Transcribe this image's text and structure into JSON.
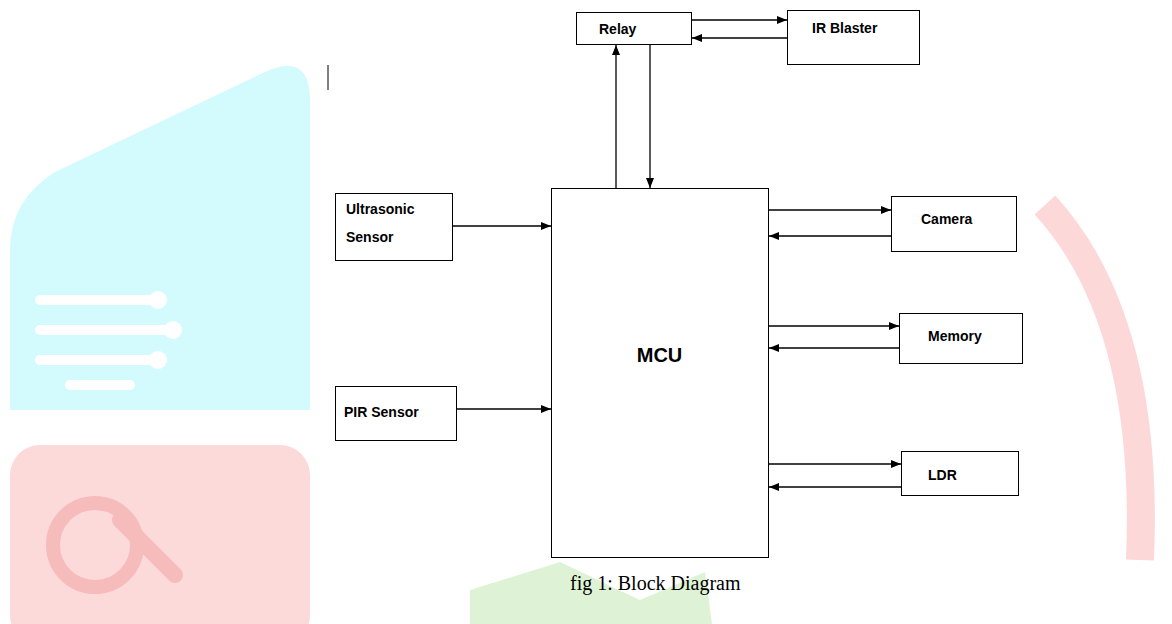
{
  "diagram": {
    "caption": "fig 1: Block Diagram",
    "nodes": [
      {
        "text": [
          "Relay"
        ]
      },
      {
        "text": [
          "IR Blaster"
        ]
      },
      {
        "text": [
          "Ultrasonic Sensor"
        ]
      },
      {
        "text": [
          "MCU"
        ]
      },
      {
        "text": [
          "Camera"
        ]
      },
      {
        "text": [
          "Memory"
        ]
      },
      {
        "text": [
          "PIR Sensor"
        ]
      },
      {
        "text": [
          "LDR"
        ]
      }
    ],
    "edges": [
      {
        "from": 0,
        "to": 1,
        "arrow": "to"
      },
      {
        "from": 1,
        "to": 0,
        "arrow": "to"
      },
      {
        "from": 3,
        "to": 0,
        "arrow": "to"
      },
      {
        "from": 0,
        "to": 3,
        "arrow": "to"
      },
      {
        "from": 2,
        "to": 3,
        "arrow": "to"
      },
      {
        "from": 3,
        "to": 4,
        "arrow": "to"
      },
      {
        "from": 4,
        "to": 3,
        "arrow": "to"
      },
      {
        "from": 3,
        "to": 5,
        "arrow": "to"
      },
      {
        "from": 5,
        "to": 3,
        "arrow": "to"
      },
      {
        "from": 6,
        "to": 3,
        "arrow": "to"
      },
      {
        "from": 3,
        "to": 7,
        "arrow": "to"
      },
      {
        "from": 7,
        "to": 3,
        "arrow": "to"
      }
    ]
  }
}
